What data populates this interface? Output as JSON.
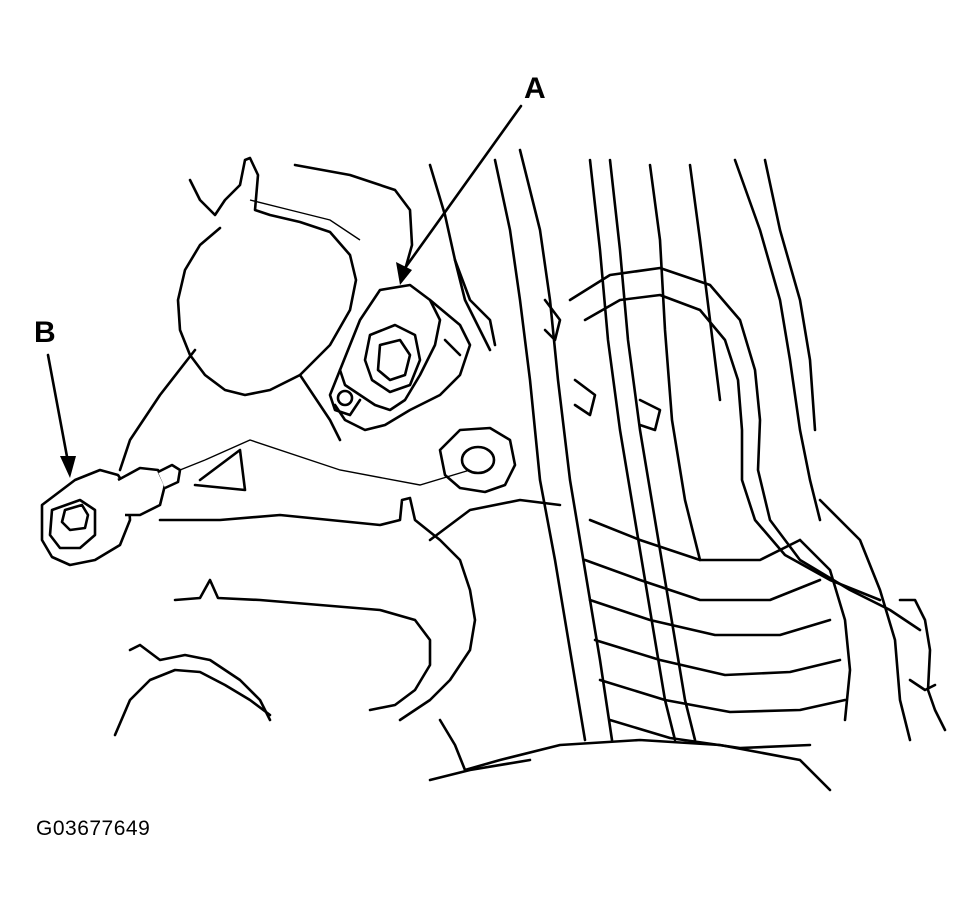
{
  "callouts": {
    "a": "A",
    "b": "B"
  },
  "figure_id": "G03677649",
  "colors": {
    "line": "#000000",
    "background": "#ffffff"
  }
}
